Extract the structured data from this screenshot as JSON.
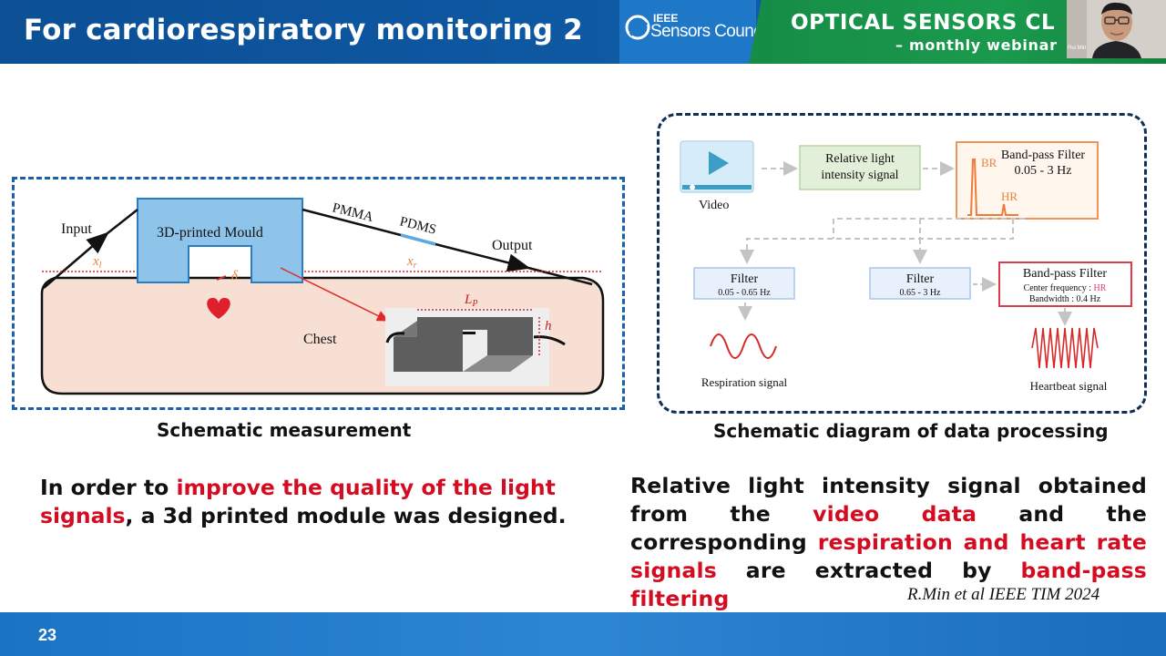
{
  "header": {
    "title": "For cardiorespiratory monitoring 2",
    "ieee_small": "IEEE",
    "ieee_org": "Sensors Council",
    "banner_line1": "OPTICAL SENSORS CL",
    "banner_line2": "– monthly webinar",
    "participant_name": "Rui Min"
  },
  "left_figure": {
    "input_label": "Input",
    "output_label": "Output",
    "mould_label": "3D-printed Mould",
    "pmma_label": "PMMA",
    "pdms_label": "PDMS",
    "xl_label": "x",
    "xl_sub": "l",
    "xr_label": "x",
    "xr_sub": "r",
    "delta_label": "δ",
    "chest_label": "Chest",
    "lp_label": "L",
    "lp_sub": "P",
    "h_label": "h",
    "caption": "Schematic measurement"
  },
  "right_figure": {
    "video_label": "Video",
    "relative_line1": "Relative light",
    "relative_line2": "intensity signal",
    "bp_top_title": "Band-pass Filter",
    "bp_top_range": "0.05 - 3 Hz",
    "br_label": "BR",
    "hr_label": "HR",
    "filter_left_title": "Filter",
    "filter_left_range": "0.05 - 0.65 Hz",
    "filter_mid_title": "Filter",
    "filter_mid_range": "0.65 - 3 Hz",
    "bp_right_title": "Band-pass Filter",
    "bp_right_center_prefix": "Center frequency : ",
    "bp_right_center_value": "HR",
    "bp_right_bandwidth": "Bandwidth : 0.4 Hz",
    "respiration_label": "Respiration signal",
    "heartbeat_label": "Heartbeat signal",
    "caption": "Schematic diagram of data processing"
  },
  "text_left": {
    "part1": "In order to ",
    "highlight": "improve the quality of the light signals",
    "part2": ", a 3d printed module was designed."
  },
  "text_right": {
    "part1": "Relative light intensity signal obtained from the ",
    "highlight1": "video data",
    "part2": " and the corresponding ",
    "highlight2": "respiration and heart rate signals",
    "part3": " are extracted by ",
    "highlight3": "band-pass filtering"
  },
  "reference": "R.Min et al IEEE TIM 2024",
  "footer": {
    "page_number": "23"
  },
  "colors": {
    "header_blue": "#0e5aa4",
    "banner_green": "#1a9a4d",
    "highlight_red": "#d40c22",
    "mould_blue": "#8fc4ea",
    "chest_pink": "#f8dfd4",
    "orange_annotation": "#e8833a",
    "footer_blue": "#2d86d3"
  },
  "icons": [
    "ieee-sensors-logo",
    "heart-icon",
    "video-play-icon",
    "participant-video"
  ]
}
